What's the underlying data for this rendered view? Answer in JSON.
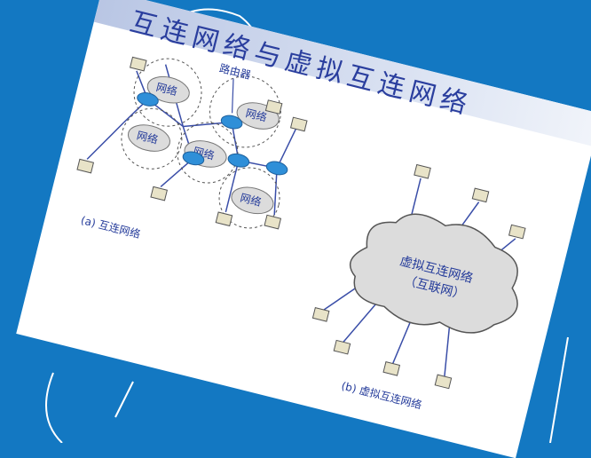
{
  "slide": {
    "title": "互连网络与虚拟互连网络",
    "router_label": "路由器",
    "cloud_label": "网络",
    "virtual_cloud_line1": "虚拟互连网络",
    "virtual_cloud_line2": "（互联网）",
    "caption_a": "(a) 互连网络",
    "caption_b": "(b) 虚拟互连网络"
  },
  "colors": {
    "background": "#1378c2",
    "title": "#2a3e9e",
    "router": "#2f8fd8",
    "line": "#3a4ea8"
  }
}
